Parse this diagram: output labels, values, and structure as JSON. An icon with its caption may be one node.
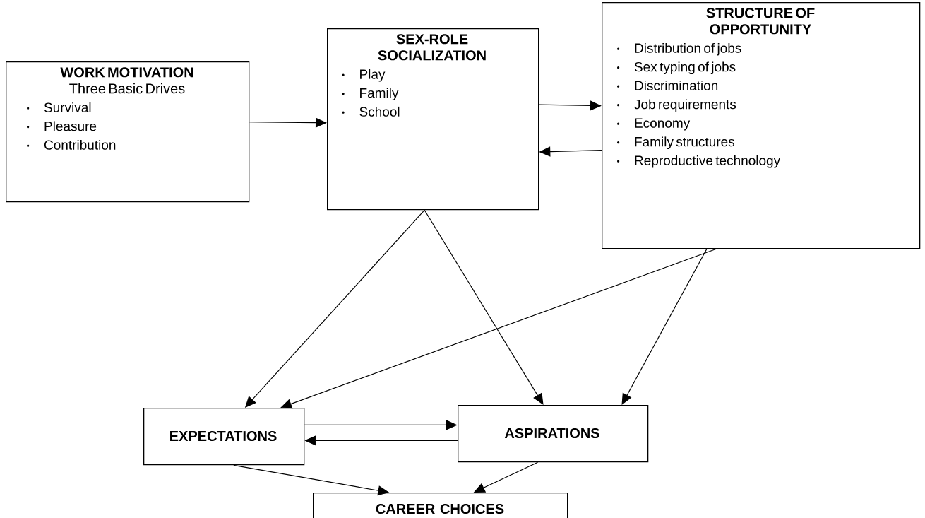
{
  "diagram": {
    "nodes": [
      {
        "text": [
          "WORK MOTIVATION",
          "Three Basic Drives",
          "Survival",
          "Pleasure",
          "Contribution"
        ]
      },
      {
        "text": [
          "SEX-ROLE SOCIALIZATION",
          "Play",
          "Family",
          "School"
        ]
      },
      {
        "text": [
          "STRUCTURE OF OPPORTUNITY",
          "Distribution of jobs",
          "Sex typing of jobs",
          "Discrimination",
          "Job requirements",
          "Economy",
          "Family structures",
          "Reproductive technology"
        ]
      },
      {
        "text": [
          "EXPECTATIONS"
        ]
      },
      {
        "text": [
          "ASPIRATIONS"
        ]
      },
      {
        "text": [
          "CAREER CHOICES"
        ]
      }
    ],
    "edges": [
      {
        "from": 0,
        "to": 1,
        "arrow": "to"
      },
      {
        "from": 1,
        "to": 2,
        "arrow": "to"
      },
      {
        "from": 2,
        "to": 1,
        "arrow": "to"
      },
      {
        "from": 1,
        "to": 3,
        "arrow": "to"
      },
      {
        "from": 1,
        "to": 4,
        "arrow": "to"
      },
      {
        "from": 2,
        "to": 3,
        "arrow": "to"
      },
      {
        "from": 2,
        "to": 4,
        "arrow": "to"
      },
      {
        "from": 3,
        "to": 4,
        "arrow": "to"
      },
      {
        "from": 4,
        "to": 3,
        "arrow": "to"
      },
      {
        "from": 3,
        "to": 5,
        "arrow": "to"
      },
      {
        "from": 4,
        "to": 5,
        "arrow": "to"
      }
    ]
  }
}
